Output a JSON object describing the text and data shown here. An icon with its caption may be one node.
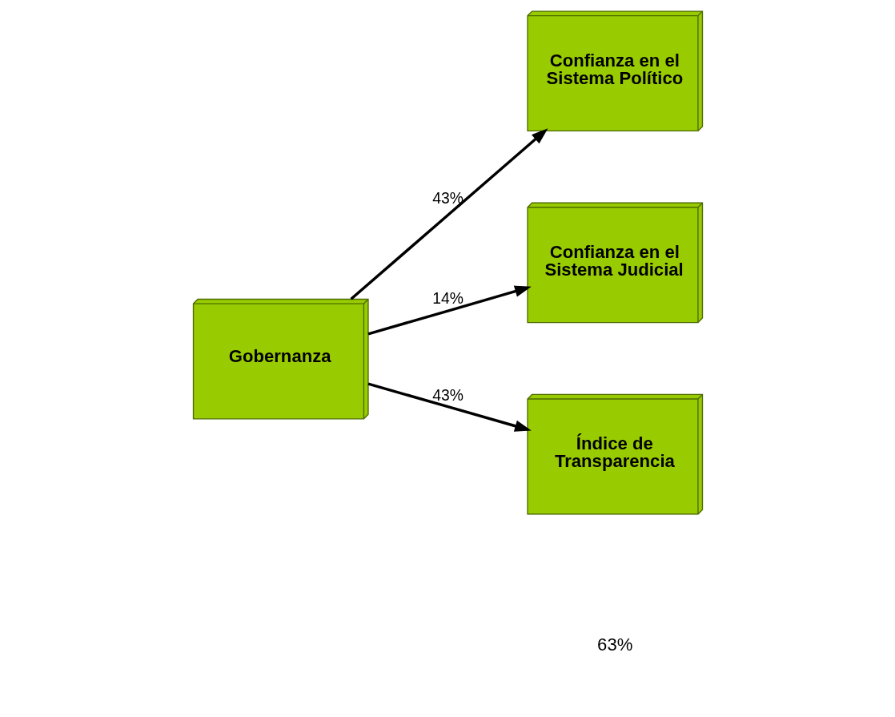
{
  "diagram": {
    "nodes": [
      {
        "text": [
          "Gobernanza"
        ]
      },
      {
        "text": [
          "Confianza en el Sistema Político"
        ]
      },
      {
        "text": [
          "Confianza en el Sistema Judicial"
        ]
      },
      {
        "text": [
          "Índice de Transparencia"
        ]
      }
    ],
    "edges": [
      {
        "from": 0,
        "to": 1,
        "arrow": "to",
        "label": "43%"
      },
      {
        "from": 0,
        "to": 2,
        "arrow": "to",
        "label": "14%"
      },
      {
        "from": 0,
        "to": 3,
        "arrow": "to",
        "label": "43%"
      }
    ],
    "labels": [
      "63%"
    ]
  }
}
